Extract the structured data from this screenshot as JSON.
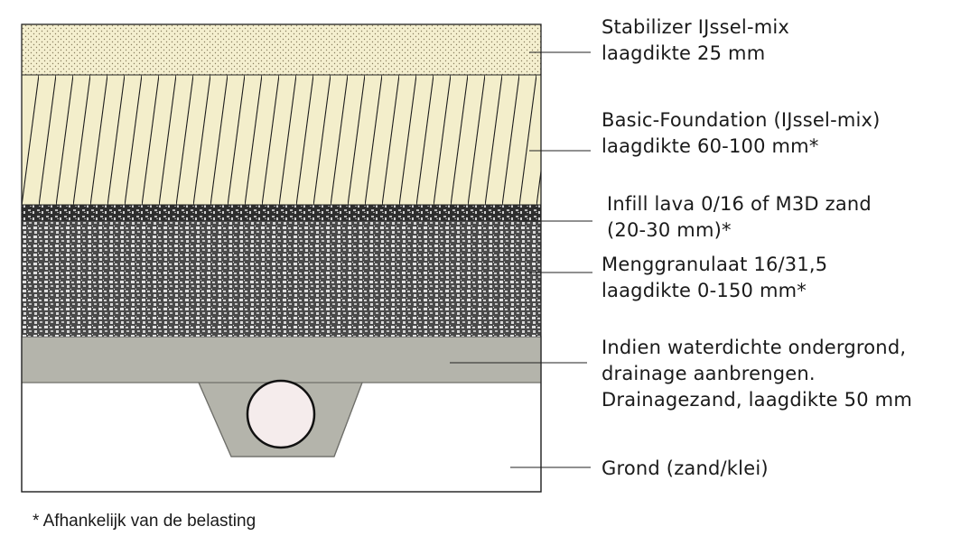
{
  "layers": [
    {
      "id": "stabilizer",
      "lines": [
        "Stabilizer IJssel-mix",
        "laagdikte 25 mm"
      ],
      "color": "#f4efcf"
    },
    {
      "id": "foundation",
      "lines": [
        "Basic-Foundation (IJssel-mix)",
        "laagdikte 60-100 mm*"
      ],
      "color": "#f3eecb"
    },
    {
      "id": "infill",
      "lines": [
        "Infill lava 0/16 of M3D zand",
        "(20-30 mm)*"
      ],
      "color": "#3b3b3b"
    },
    {
      "id": "menggranulaat",
      "lines": [
        "Menggranulaat 16/31,5",
        "laagdikte 0-150 mm*"
      ],
      "color": "#6e6e6e"
    },
    {
      "id": "drainage",
      "lines": [
        "Indien waterdichte ondergrond,",
        "drainage aanbrengen.",
        "Drainagezand, laagdikte 50 mm"
      ],
      "color": "#b4b4ab"
    },
    {
      "id": "grond",
      "lines": [
        "Grond (zand/klei)"
      ],
      "color": "#ffffff"
    }
  ],
  "pipe_color": "#f5ecec",
  "footnote": "* Afhankelijk van de belasting"
}
